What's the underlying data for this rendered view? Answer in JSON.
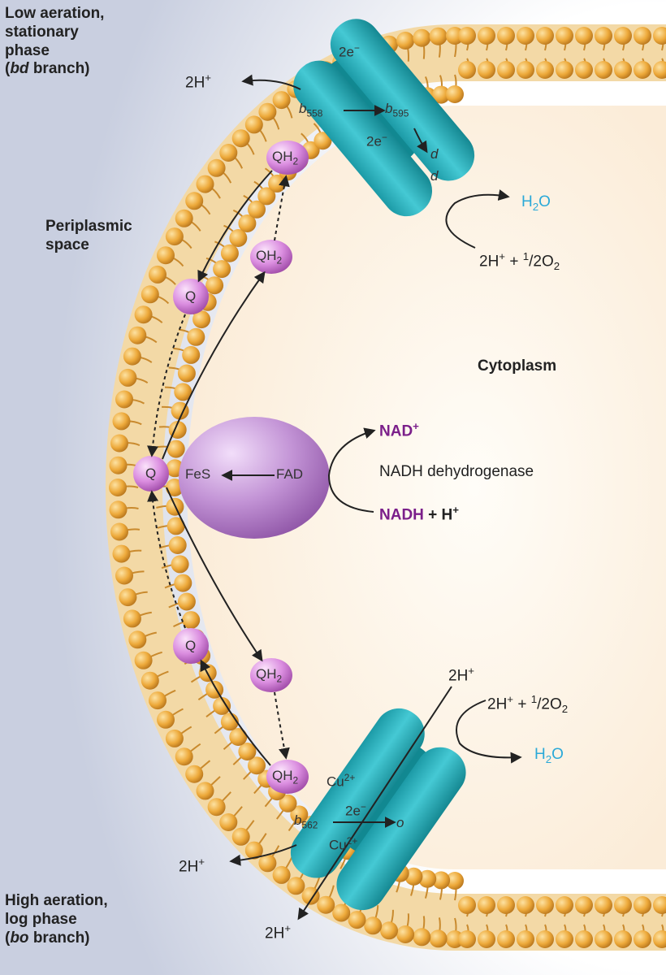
{
  "labels": {
    "low_aeration": [
      "Low aeration,",
      "stationary",
      "phase",
      "(",
      "bd",
      " branch)"
    ],
    "periplasmic": [
      "Periplasmic",
      "space"
    ],
    "cytoplasm": "Cytoplasm",
    "high_aeration": [
      "High aeration,",
      "log phase",
      "(",
      "bo",
      " branch)"
    ],
    "nadh_dehydrogenase": "NADH dehydrogenase"
  },
  "molecules": {
    "q": "Q",
    "qh2": "QH",
    "sub2": "2",
    "fes": "FeS",
    "fad": "FAD",
    "nad": "NAD",
    "nadh": "NADH",
    "plus_h": " + H",
    "plus_sign": "+",
    "e_minus": "e",
    "minus": "−",
    "two": "2",
    "b": "b",
    "b558": "558",
    "b595": "595",
    "b562": "562",
    "d": "d",
    "o": "o",
    "cu": "Cu",
    "cu_charge": "2+",
    "h": "H",
    "water_o": "O",
    "two_h_plus": "2H",
    "two_h_plus_half_o2": " + ",
    "half": "1",
    "half_den": "/2",
    "o2": "O"
  },
  "colors": {
    "membrane_head": "#e8a43a",
    "membrane_tail": "#c98a2e",
    "cytochrome": "#2bb5c2",
    "cytochrome_dark": "#13848f",
    "quinone": "#d07ad6",
    "dehydrogenase": "#b87fcf",
    "nad_text": "#7b1f8a",
    "water_text": "#2aa9d8"
  }
}
